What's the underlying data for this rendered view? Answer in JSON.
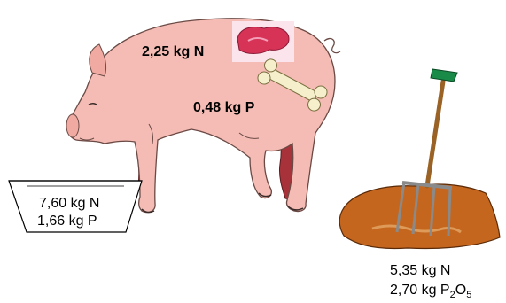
{
  "pig": {
    "meat_nitrogen": "2,25 kg N",
    "bone_phosphorus": "0,48 kg P"
  },
  "feed_trough": {
    "nitrogen": "7,60 kg N",
    "phosphorus": "1,66 kg P"
  },
  "manure": {
    "nitrogen": "5,35 kg N",
    "phosphate_prefix": "2,70 kg P",
    "phosphate_sub2": "2",
    "phosphate_O": "O",
    "phosphate_sub5": "5"
  },
  "colors": {
    "pig_body": "#f4bcb4",
    "pig_legs": "#a8323a",
    "meat": "#d63357",
    "manure": "#c5661e",
    "fork_handle": "#9a6224",
    "fork_grip": "#1a8a48",
    "fork_tines": "#8a8a8a"
  }
}
